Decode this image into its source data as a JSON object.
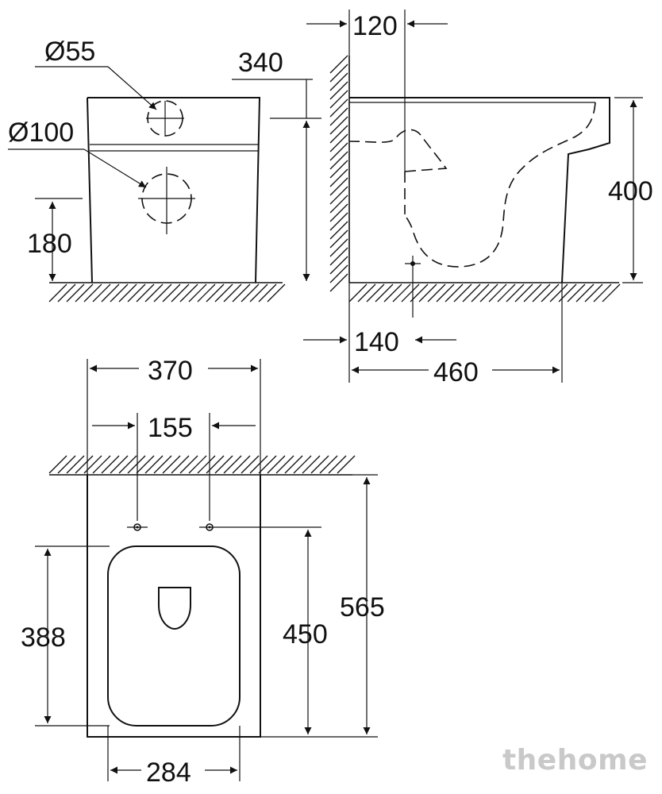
{
  "front_view": {
    "pipe_small_label": "Ø55",
    "pipe_large_label": "Ø100",
    "height_dim": "340",
    "outlet_height_dim": "180"
  },
  "side_view": {
    "wall_offset_dim": "120",
    "height_dim": "400",
    "fixing_offset_dim": "140",
    "depth_dim": "460"
  },
  "top_view": {
    "width_dim": "370",
    "fixing_spacing_dim": "155",
    "seat_depth_dim": "388",
    "fixing_to_front_dim": "450",
    "total_depth_dim": "565",
    "seat_width_dim": "284"
  },
  "watermark": "thehome"
}
